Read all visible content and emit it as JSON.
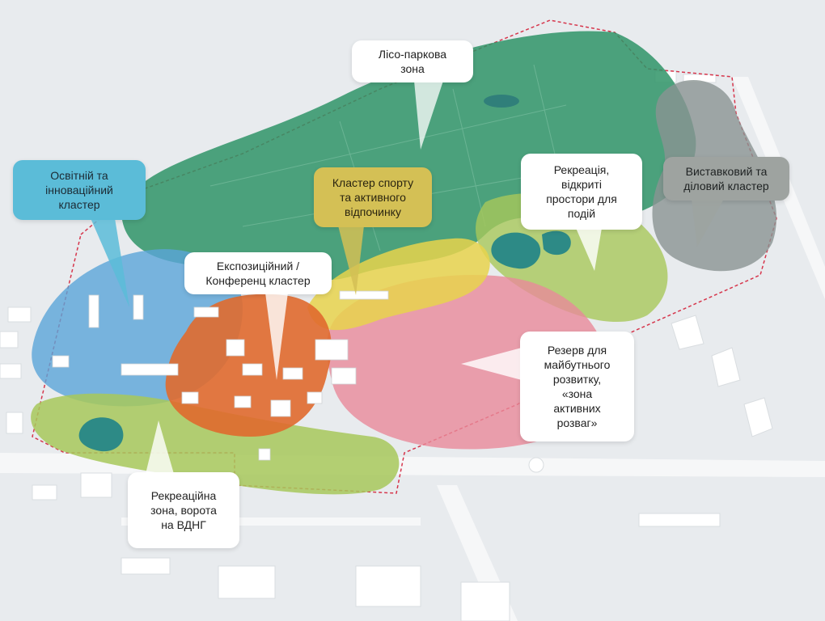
{
  "labels": {
    "forest_park": "Лісо-паркова\nзона",
    "education": "Освітній та\nінноваційний\nкластер",
    "sport": "Кластер спорту\nта активного\nвідпочинку",
    "recreation_open": "Рекреація,\nвідкриті\nпростори для\nподій",
    "expo": "Експозиційний /\nКонференц кластер",
    "exhibition": "Виставковий та\nділовий кластер",
    "reserve": "Резерв для\nмайбутнього\nрозвитку,\n«зона\nактивних\nрозваг»",
    "recreation_gate": "Рекреаційна\nзона, ворота\nна ВДНГ"
  },
  "colors": {
    "forest": "#2f9467",
    "education_zone": "#5aa5d8",
    "education_callout": "#5bbcd8",
    "sport_zone": "#e8d44c",
    "sport_callout": "#d4c055",
    "expo_zone": "#e06a2e",
    "recreation_zone": "#a7c85a",
    "exhibition_zone": "#8a9492",
    "exhibition_callout": "#9ea3a0",
    "reserve_zone": "#e98a9a",
    "border_dash": "#d6364c"
  }
}
